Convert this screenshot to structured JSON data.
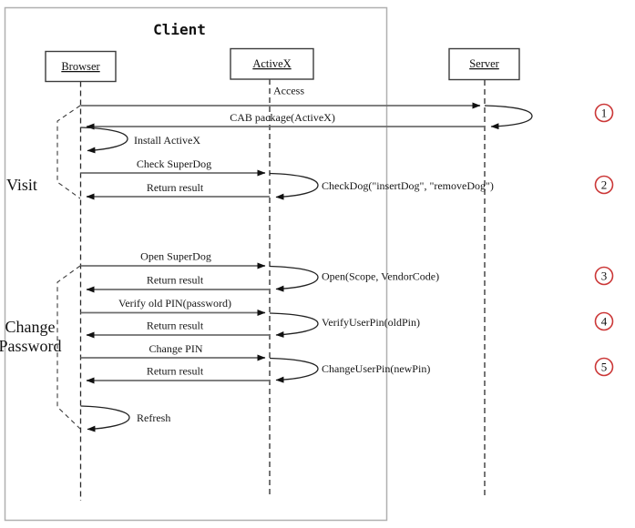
{
  "title": "Client",
  "actors": {
    "browser": "Browser",
    "activex": "ActiveX",
    "server": "Server"
  },
  "phase_labels": {
    "visit": "Visit",
    "change_line1": "Change",
    "change_line2": "Password"
  },
  "messages": {
    "access": "Access",
    "cab_package": "CAB package(ActiveX)",
    "install_activex": "Install ActiveX",
    "check_superdog": "Check SuperDog",
    "return_result_1": "Return result",
    "checkdog_call": "CheckDog(\"insertDog\", \"removeDog\")",
    "open_superdog": "Open SuperDog",
    "return_result_2": "Return result",
    "open_call": "Open(Scope, VendorCode)",
    "verify_old_pin": "Verify old PIN(password)",
    "return_result_3": "Return result",
    "verify_call": "VerifyUserPin(oldPin)",
    "change_pin": "Change PIN",
    "return_result_4": "Return result",
    "change_call": "ChangeUserPin(newPin)",
    "refresh": "Refresh"
  },
  "step_numbers": [
    "1",
    "2",
    "3",
    "4",
    "5"
  ],
  "colors": {
    "step_circle": "#cb3737",
    "message_line": "#6e6e6e",
    "arrow": "#111111"
  }
}
